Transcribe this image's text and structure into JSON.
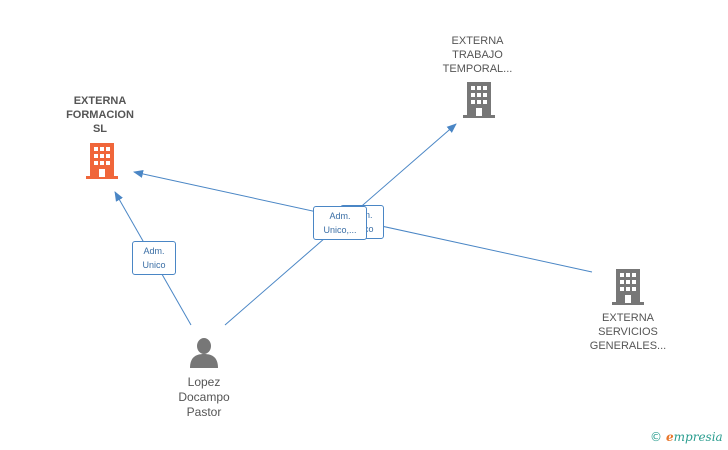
{
  "nodes": {
    "formacion": {
      "lines": [
        "EXTERNA",
        "FORMACION",
        "SL"
      ],
      "color": "#f0663a"
    },
    "trabajo": {
      "lines": [
        "EXTERNA",
        "TRABAJO",
        "TEMPORAL..."
      ],
      "color": "#777777"
    },
    "servicios": {
      "lines": [
        "EXTERNA",
        "SERVICIOS",
        "GENERALES..."
      ],
      "color": "#777777"
    },
    "person": {
      "lines": [
        "Lopez",
        "Docampo",
        "Pastor"
      ],
      "color": "#777777"
    }
  },
  "roles": {
    "left": [
      "Adm.",
      "Unico"
    ],
    "center_back": [
      "Adm.",
      "Unico"
    ],
    "center_front": [
      "Adm.",
      "Unico,..."
    ]
  },
  "edge_color": "#4a86c5",
  "brand": {
    "copyright": "©",
    "initial": "e",
    "name": "mpresia"
  }
}
